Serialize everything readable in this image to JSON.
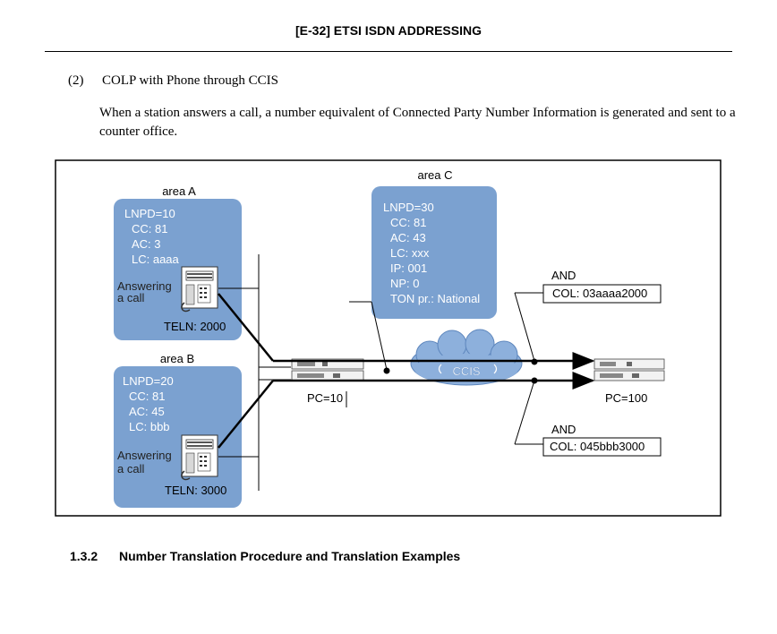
{
  "header": {
    "title": "[E-32] ETSI ISDN ADDRESSING"
  },
  "section": {
    "number": "(2)",
    "title": "COLP with Phone through CCIS"
  },
  "paragraph": "When a station answers a call, a number equivalent of Connected Party Number Information is generated and sent to a counter office.",
  "figure": {
    "area_a": {
      "title": "area A",
      "lines": [
        "LNPD=10",
        "CC: 81",
        "AC: 3",
        "LC: aaaa"
      ],
      "answer": [
        "Answering",
        "a call"
      ],
      "teln": "TELN: 2000"
    },
    "area_b": {
      "title": "area B",
      "lines": [
        "LNPD=20",
        "CC: 81",
        "AC: 45",
        "LC: bbb"
      ],
      "answer": [
        "Answering",
        "a call"
      ],
      "teln": "TELN: 3000"
    },
    "area_c": {
      "title": "area C",
      "lines": [
        "LNPD=30",
        "CC: 81",
        "AC: 43",
        "LC: xxx",
        "IP: 001",
        "NP: 0",
        "TON pr.: National"
      ]
    },
    "ccis": "CCIS",
    "pc_left": "PC=10",
    "pc_right": "PC=100",
    "and_top": "AND",
    "col_top": "COL: 03aaaa2000",
    "and_bottom": "AND",
    "col_bottom": "COL: 045bbb3000"
  },
  "footer": {
    "number": "1.3.2",
    "title": "Number Translation Procedure and Translation Examples"
  },
  "colors": {
    "box_fill": "#7ba1d0",
    "cloud_fill": "#8db0dc",
    "line": "#000000"
  }
}
